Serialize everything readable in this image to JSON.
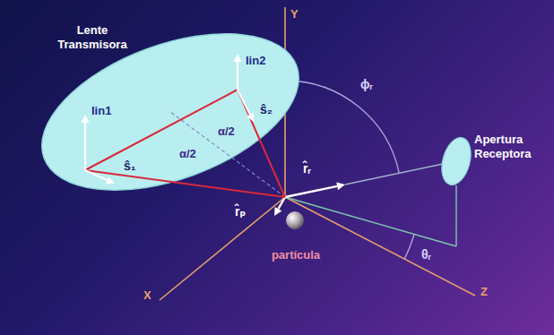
{
  "diagram": {
    "nodes": [
      {
        "text": [
          "Lente Transmisora"
        ]
      },
      {
        "text": [
          "Apertura Receptora"
        ]
      },
      {
        "text": [
          "partícula"
        ]
      }
    ],
    "labels": [
      "Iin1",
      "Iin2",
      "ŝ₁",
      "ŝ₂",
      "α/2",
      "α/2",
      "Y",
      "X",
      "Z",
      "ϕᵣ",
      "θᵣ",
      "r̂ᵣ",
      "r̂ₚ"
    ]
  }
}
